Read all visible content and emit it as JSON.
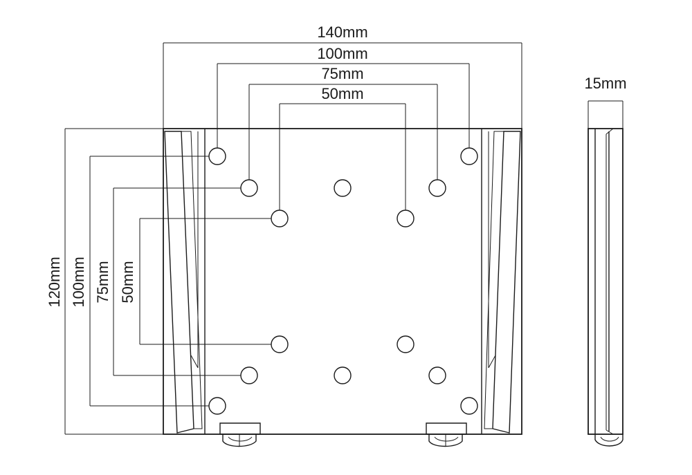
{
  "dimensions": {
    "width_140": "140mm",
    "width_100": "100mm",
    "width_75": "75mm",
    "width_50": "50mm",
    "depth_15": "15mm",
    "height_120": "120mm",
    "height_100": "100mm",
    "height_75": "75mm",
    "height_50": "50mm"
  },
  "colors": {
    "stroke": "#1a1a1a",
    "background": "#ffffff"
  }
}
